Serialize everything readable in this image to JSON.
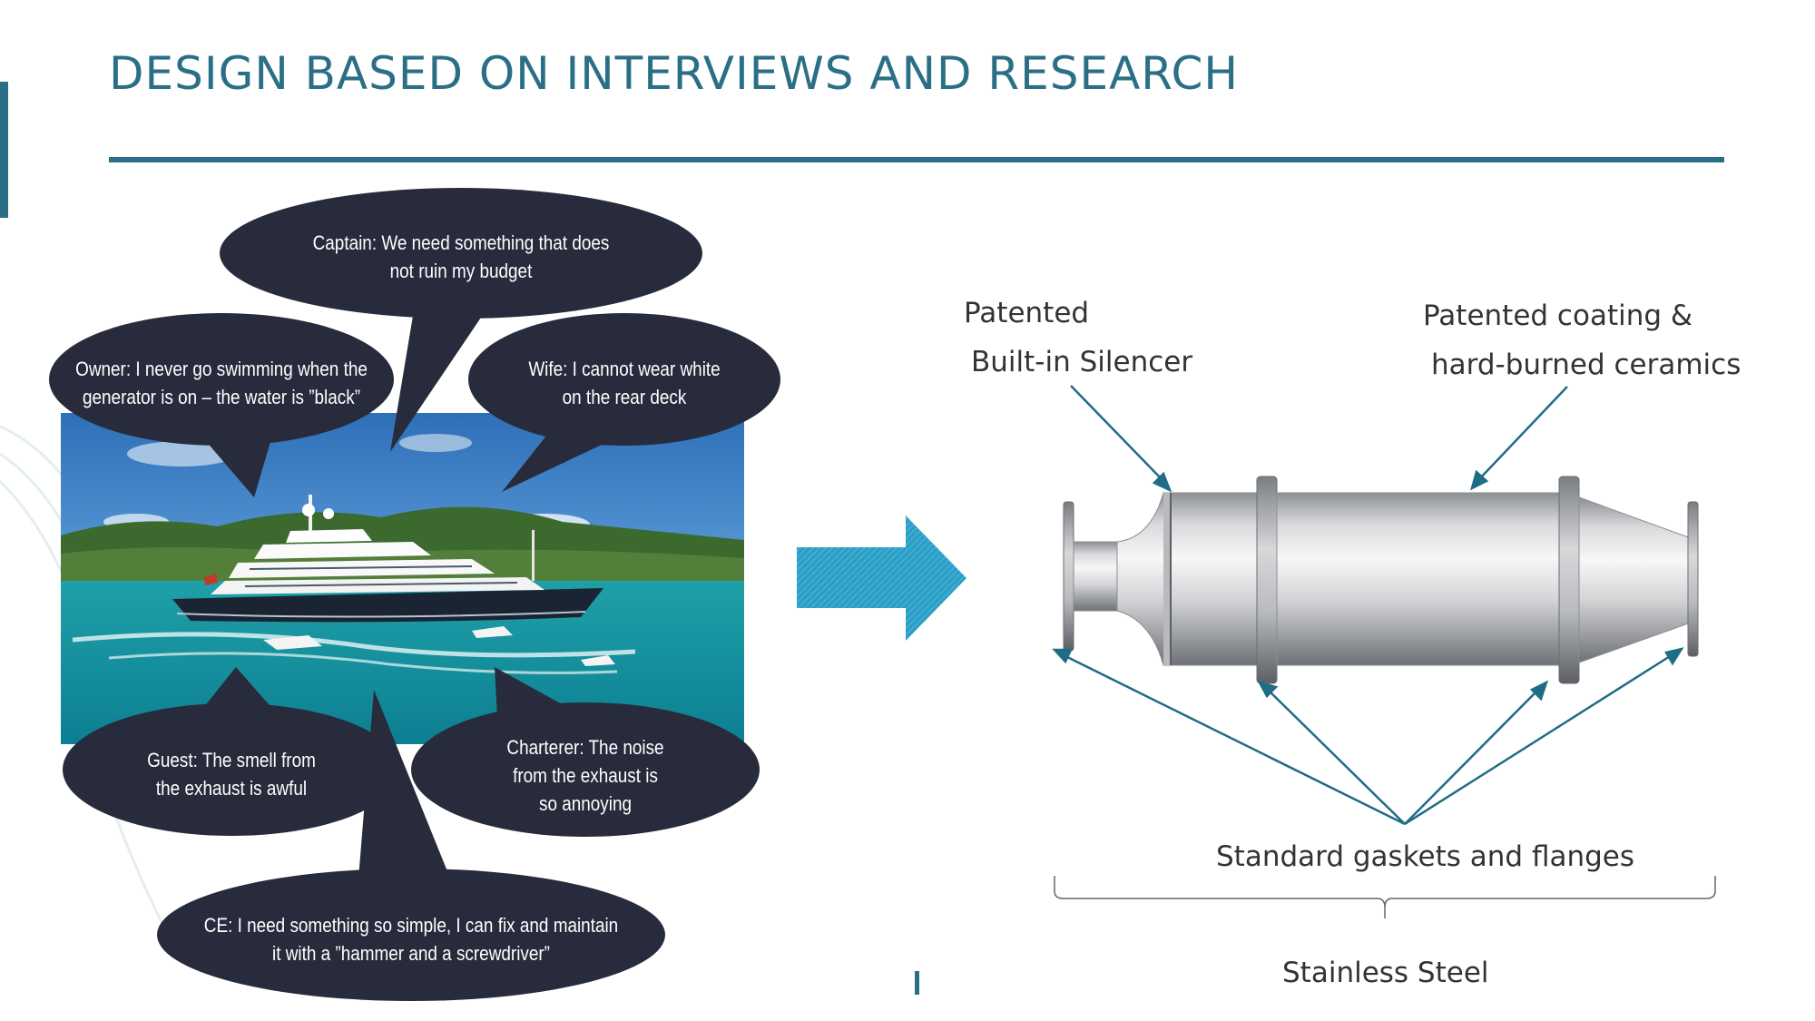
{
  "slide": {
    "title": "DESIGN BASED ON INTERVIEWS AND RESEARCH"
  },
  "quotes": {
    "captain": [
      "Captain:  We need something that does",
      "not ruin my budget"
    ],
    "owner": [
      "Owner: I never go swimming when the",
      "generator is on – the water is ”black”"
    ],
    "wife": [
      "Wife: I cannot wear white",
      "on the rear deck"
    ],
    "guest": [
      "Guest:  The smell from",
      "the exhaust is awful"
    ],
    "charterer": [
      "Charterer:  The  noise",
      "from the exhaust is",
      "so annoying"
    ],
    "ce": [
      "CE:  I need something so simple, I can fix and maintain",
      "it with  a ”hammer and a screwdriver”"
    ]
  },
  "product": {
    "silencer_label": [
      "Patented",
      "Built-in Silencer"
    ],
    "coating_label": [
      "Patented coating &",
      "hard-burned ceramics"
    ],
    "gaskets_label": "Standard gaskets and flanges",
    "material_label": "Stainless Steel"
  },
  "colors": {
    "brand": "#2a6f86",
    "bubble": "#272b3b",
    "arrow": "#2b9fc6"
  },
  "icons": {
    "flow_arrow": "right-arrow-icon"
  }
}
